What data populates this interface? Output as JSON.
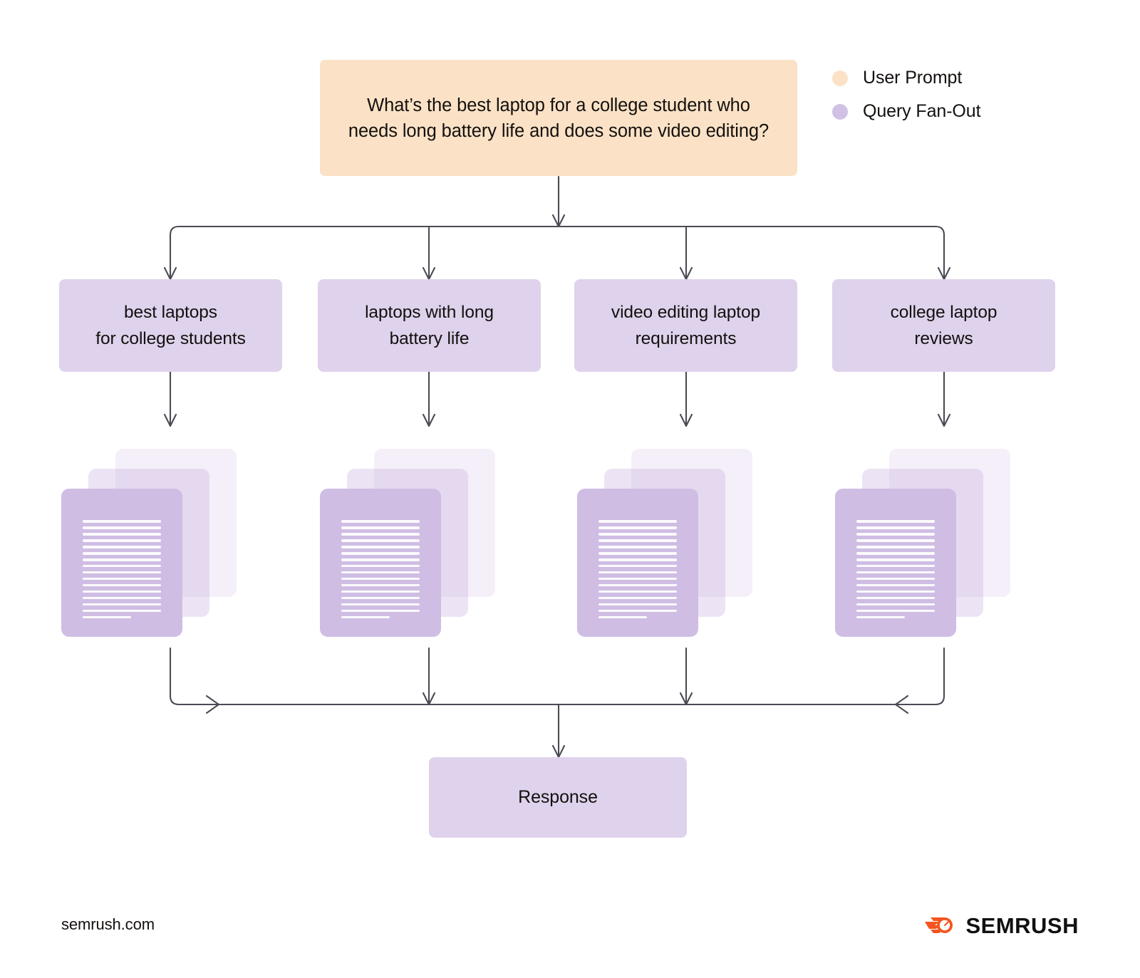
{
  "page": {
    "background_color": "#FFFFFF",
    "footer_url": "semrush.com",
    "brand_name": "SEMRUSH",
    "brand_color": "#F4541F"
  },
  "legend": {
    "items": [
      {
        "label": "User Prompt",
        "color": "#FBE2C6",
        "icon": "legend-dot-icon"
      },
      {
        "label": "Query Fan-Out",
        "color": "#CFC2E4",
        "icon": "legend-dot-icon"
      }
    ]
  },
  "prompt": {
    "text": "What’s the best laptop for a college student who needs long battery life and does some video editing?",
    "color": "#FBE2C6"
  },
  "queries": {
    "color": "#DFD2EC",
    "items": [
      {
        "label": "best laptops\nfor college students",
        "line1": "best laptops",
        "line2": "for college students"
      },
      {
        "label": "laptops with long\nbattery life",
        "line1": "laptops with long",
        "line2": "battery life"
      },
      {
        "label": "video editing laptop\nrequirements",
        "line1": "video editing laptop",
        "line2": "requirements"
      },
      {
        "label": "college laptop\nreviews",
        "line1": "college laptop",
        "line2": "reviews"
      }
    ]
  },
  "documents": {
    "stack_count": 4,
    "cards_per_stack": 3,
    "lines_per_card": 16,
    "card_color": "#CFBDE4",
    "line_color": "#FFFFFF"
  },
  "response": {
    "label": "Response",
    "color": "#DFD2EC"
  },
  "connectors": {
    "stroke_color": "#4B4B55",
    "description": "fan-out from prompt to four queries, each query to a document stack, all stacks merge into response"
  }
}
